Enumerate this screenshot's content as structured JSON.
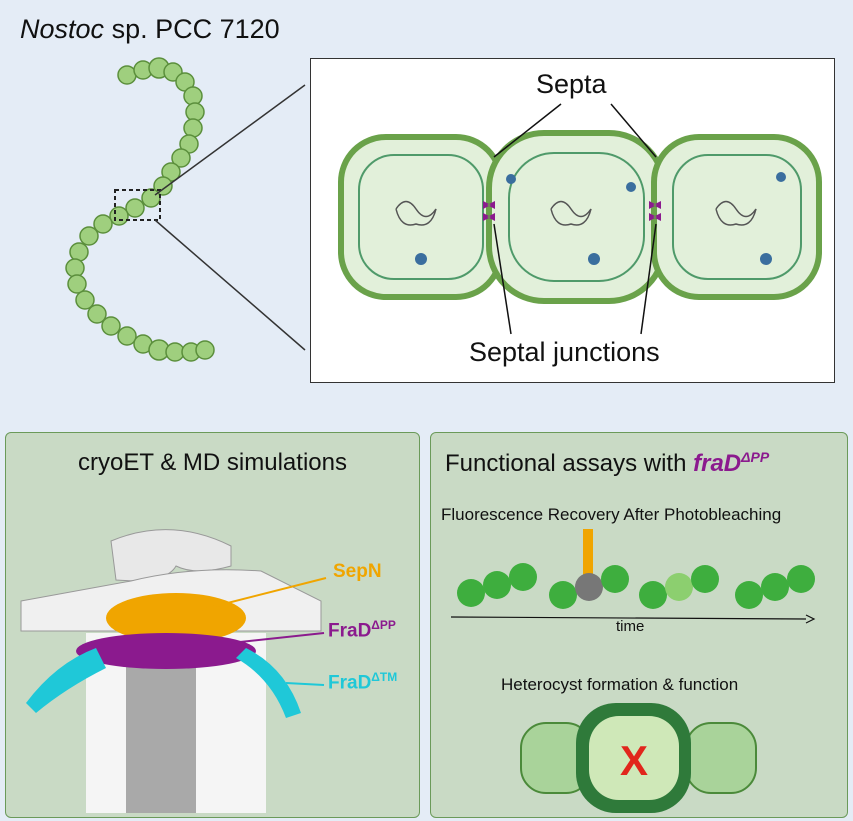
{
  "header": {
    "organism": "Nostoc",
    "strain": "sp. PCC 7120"
  },
  "zoom": {
    "septa_label": "Septa",
    "septal_junctions_label": "Septal junctions"
  },
  "left_panel": {
    "title": "cryoET & MD simulations",
    "labels": {
      "sepn": "SepN",
      "fradpp_base": "FraD",
      "fradpp_sup": "ΔPP",
      "fradtm_base": "FraD",
      "fradtm_sup": "ΔTM"
    },
    "colors": {
      "sepn": "#f0a500",
      "fradpp": "#8b1a8e",
      "fradtm": "#1fc8d8"
    }
  },
  "right_panel": {
    "title_prefix": "Functional assays with",
    "gene_base": "fraD",
    "gene_sup": "ΔPP",
    "frap_title": "Fluorescence Recovery After Photobleaching",
    "time_label": "time",
    "hetero_title": "Heterocyst formation & function",
    "x_mark": "X"
  },
  "colors": {
    "background": "#e4ecf6",
    "panel": "#c9dac5",
    "cell_green": "#3eae3e",
    "accent_purple": "#8b1a8e"
  }
}
